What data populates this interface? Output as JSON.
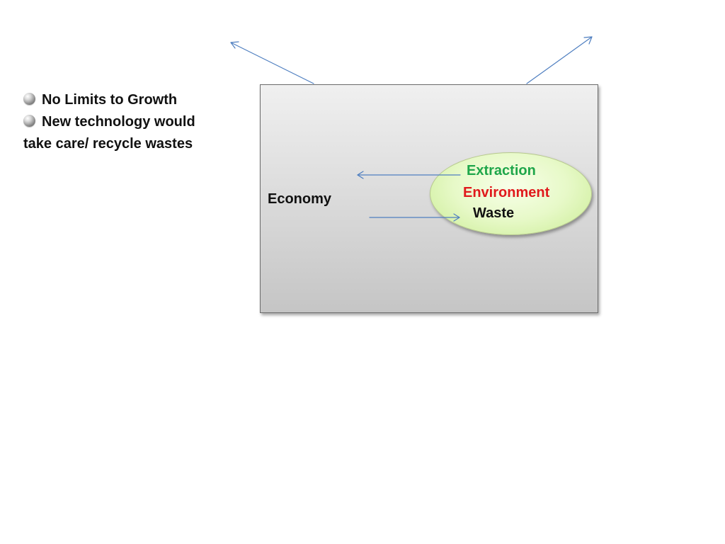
{
  "bullets": [
    {
      "text": "No Limits to Growth"
    },
    {
      "text_line1": "New technology would",
      "text_line2": "take care/ recycle wastes"
    }
  ],
  "diagram": {
    "economy_label": "Economy",
    "extraction_label": "Extraction",
    "environment_label": "Environment",
    "waste_label": "Waste"
  },
  "colors": {
    "extraction": "#1fa64a",
    "environment": "#e0191c",
    "arrow": "#4f7fc0",
    "ellipse_fill": "#e7f9c8",
    "box_fill": "#d9d9d9"
  },
  "icons": {
    "bullet": "sphere-bullet-icon"
  }
}
